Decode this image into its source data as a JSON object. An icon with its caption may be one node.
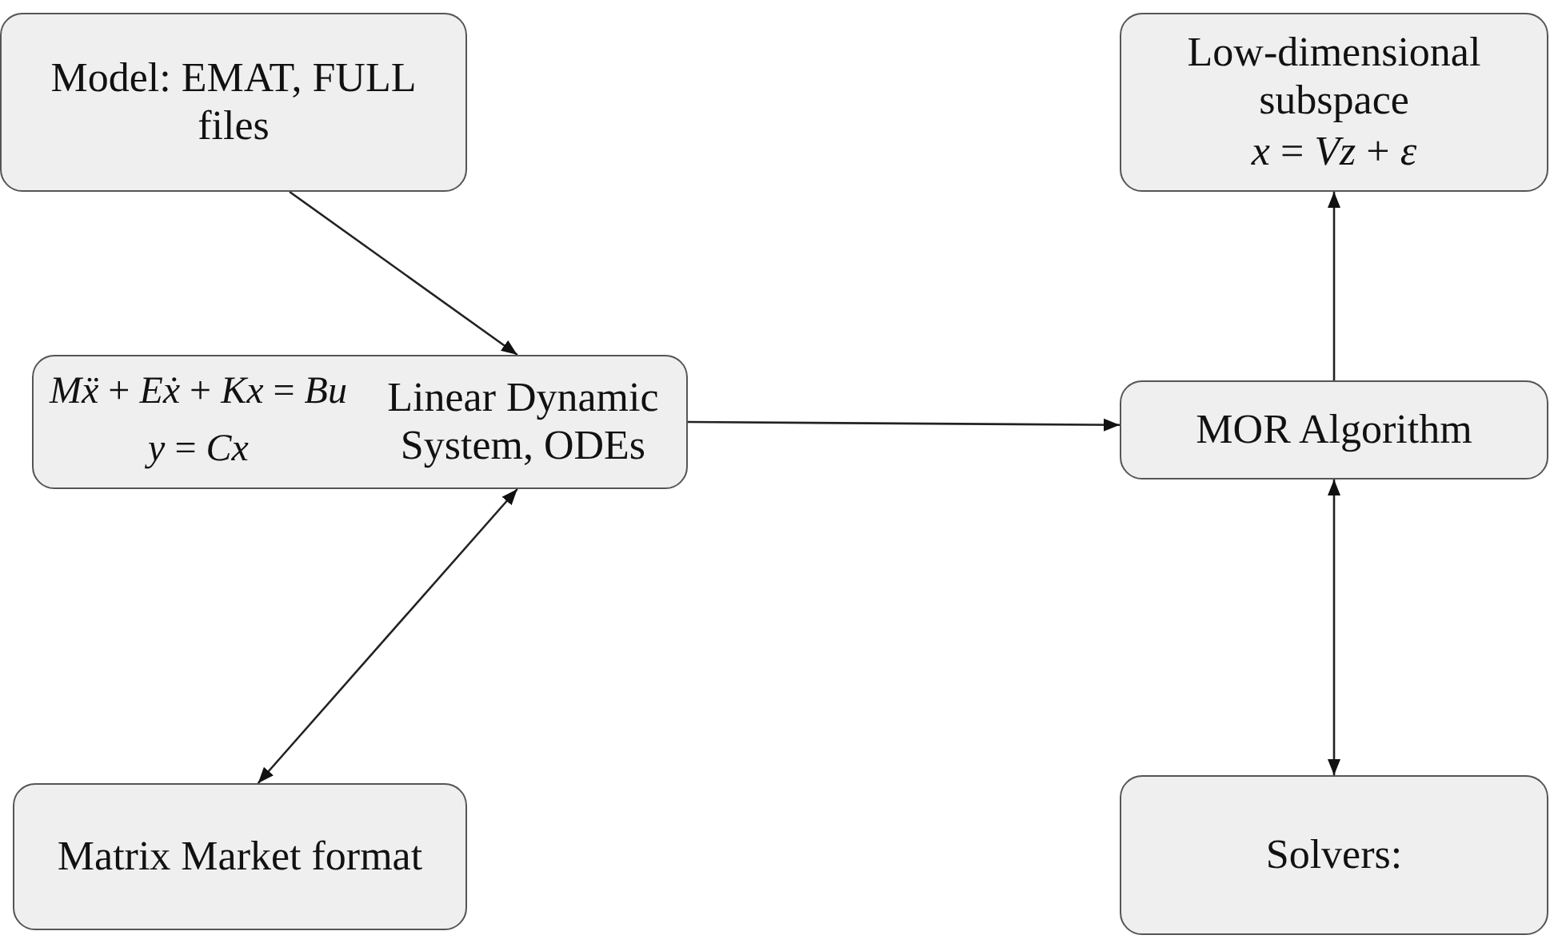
{
  "diagram": {
    "nodes": [
      {
        "text": [
          "Model: EMAT, FULL files"
        ]
      },
      {
        "text": [
          "*Mẍ* + *Eẋ* + *Kx* = *Bu*",
          "*y* = *Cx*",
          "Linear Dynamic System, ODEs"
        ]
      },
      {
        "text": [
          "Matrix Market format"
        ]
      },
      {
        "text": [
          "Low-dimensional subspace",
          "*x* = *Vz* + *ε*"
        ]
      },
      {
        "text": [
          "MOR Algorithm"
        ]
      },
      {
        "text": [
          "Solvers:"
        ]
      }
    ],
    "edges": [
      {
        "from": 0,
        "to": 1,
        "arrow": "to"
      },
      {
        "from": 1,
        "to": 2,
        "arrow": "both"
      },
      {
        "from": 1,
        "to": 4,
        "arrow": "to"
      },
      {
        "from": 4,
        "to": 3,
        "arrow": "to"
      },
      {
        "from": 4,
        "to": 5,
        "arrow": "both"
      }
    ]
  }
}
